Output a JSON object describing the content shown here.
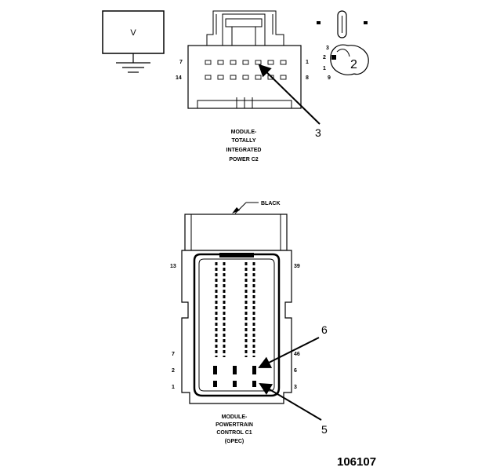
{
  "meter": {
    "label": "V"
  },
  "connector_c2": {
    "pin_labels": [
      "7",
      "1",
      "14",
      "8"
    ],
    "caption": [
      "MODULE-",
      "TOTALLY",
      "INTEGRATED",
      "POWER C2"
    ]
  },
  "probe_detail": {
    "pin_labels": [
      "3",
      "2",
      "1",
      "9"
    ],
    "callout": "2"
  },
  "connector_c1": {
    "color_label": "BLACK",
    "pin_labels": [
      "13",
      "39",
      "7",
      "46",
      "2",
      "6",
      "1",
      "3"
    ],
    "caption": [
      "MODULE-",
      "POWERTRAIN",
      "CONTROL C1",
      "(GPEC)"
    ]
  },
  "callouts": {
    "c2_pin": "3",
    "c1_upper": "6",
    "c1_lower": "5"
  },
  "figure_number": "106107"
}
